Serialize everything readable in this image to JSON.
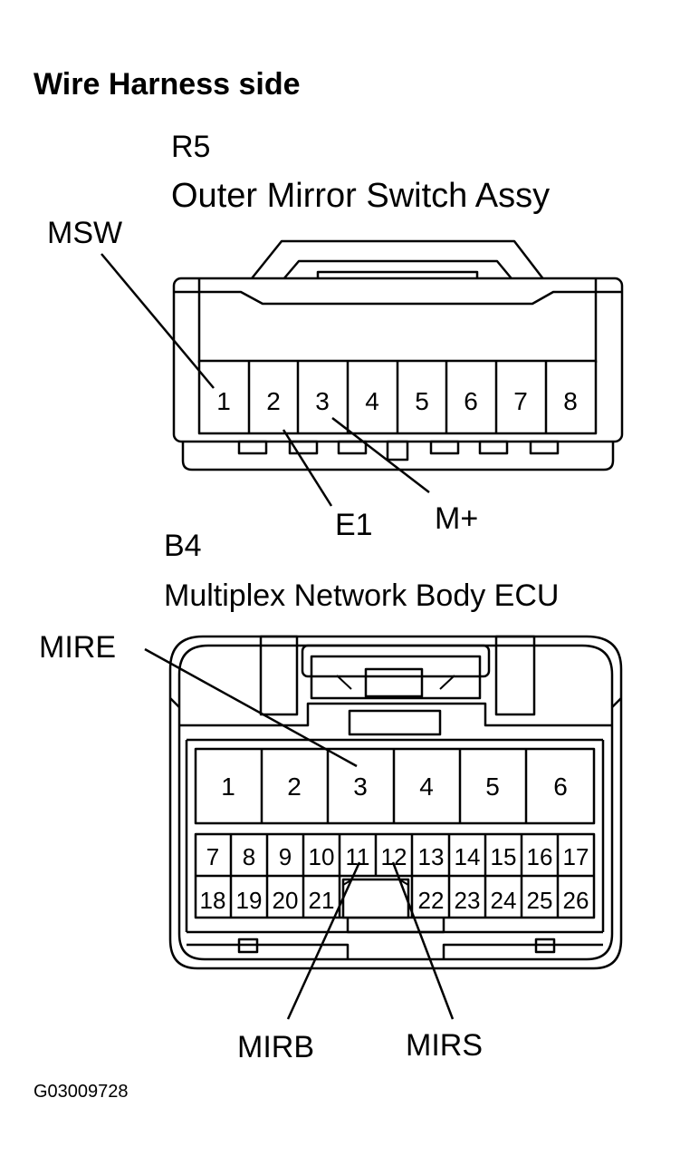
{
  "header": {
    "title": "Wire Harness side"
  },
  "connector_r5": {
    "code": "R5",
    "name": "Outer Mirror Switch Assy",
    "pins": [
      "1",
      "2",
      "3",
      "4",
      "5",
      "6",
      "7",
      "8"
    ],
    "labels": {
      "msw": "MSW",
      "e1": "E1",
      "mplus": "M+"
    }
  },
  "connector_b4": {
    "code": "B4",
    "name": "Multiplex Network Body ECU",
    "top_pins": [
      "1",
      "2",
      "3",
      "4",
      "5",
      "6"
    ],
    "middle_pins": [
      "7",
      "8",
      "9",
      "10",
      "11",
      "12",
      "13",
      "14",
      "15",
      "16",
      "17"
    ],
    "bottom_pins_left": [
      "18",
      "19",
      "20",
      "21"
    ],
    "bottom_pins_right": [
      "22",
      "23",
      "24",
      "25",
      "26"
    ],
    "labels": {
      "mire": "MIRE",
      "mirb": "MIRB",
      "mirs": "MIRS"
    }
  },
  "footer": {
    "figure_code": "G03009728"
  }
}
